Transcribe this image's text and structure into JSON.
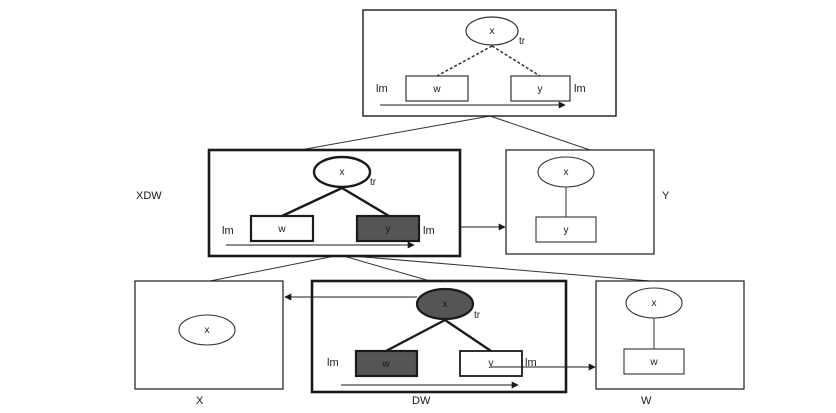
{
  "node_label_x": "x",
  "node_label_w": "w",
  "node_label_y": "y",
  "tr_label": "tr",
  "lm_label": "lm",
  "panels": {
    "top": {
      "root": "x",
      "tr": "tr",
      "left_child": "w",
      "right_child": "y",
      "left_lm": "lm",
      "right_lm": "lm"
    },
    "xdw": {
      "caption": "XDW",
      "root": "x",
      "tr": "tr",
      "left_child": "w",
      "right_child": "y",
      "left_lm": "lm",
      "right_lm": "lm"
    },
    "y": {
      "caption": "Y",
      "root": "x",
      "child": "y"
    },
    "x": {
      "caption": "X",
      "root": "x"
    },
    "dw": {
      "caption": "DW",
      "root": "x",
      "tr": "tr",
      "left_child": "w",
      "right_child": "y",
      "left_lm": "lm",
      "right_lm": "lm"
    },
    "w": {
      "caption": "W",
      "root": "x",
      "child": "w"
    }
  }
}
